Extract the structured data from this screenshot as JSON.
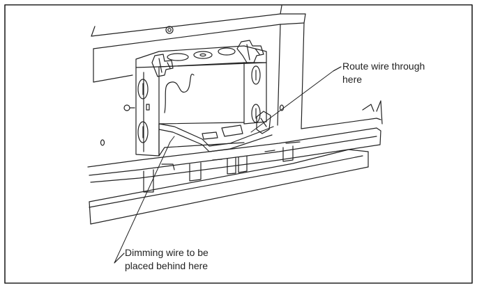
{
  "callouts": {
    "route": {
      "line1": "Route wire through",
      "line2": "here"
    },
    "dimming": {
      "line1": "Dimming wire to be",
      "line2": "placed behind here"
    }
  },
  "colors": {
    "ink": "#222222",
    "paper": "#ffffff"
  }
}
